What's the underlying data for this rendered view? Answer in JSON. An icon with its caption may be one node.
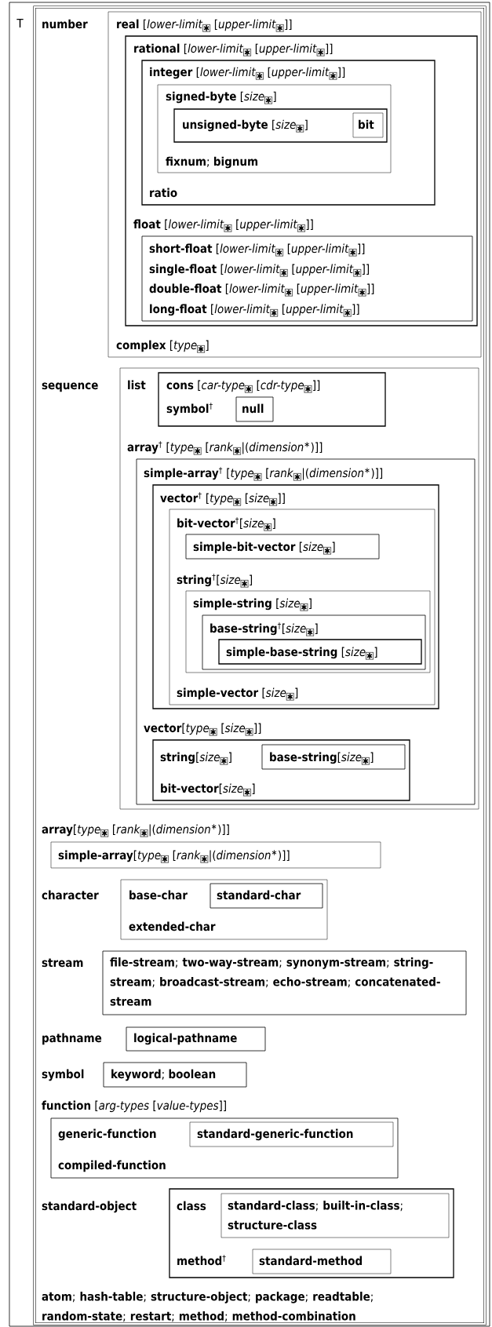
{
  "diagram": {
    "nodes": [
      {
        "text": [
          "T"
        ]
      },
      {
        "text": [
          "number",
          "sequence",
          "**array**[*type*$_{✱}$ [*rank*$_{✱}$|(*dimension*$^{∗}$)]]",
          "character",
          "stream",
          "pathname",
          "symbol",
          "**function** [*arg-types* [*value-types*]]",
          "standard-object",
          "**atom**; **hash-table**; **structure-object**; **package**; **readtable**; **random-state**; **restart**; **method**; **method-combination**"
        ],
        "in": 0
      },
      {
        "text": [
          "**real** [*lower-limit*$_{✱}$ [*upper-limit*$_{✱}$]]",
          "**complex** [*type*$_{✱}$]"
        ],
        "in": 1
      },
      {
        "text": [
          "**rational** [*lower-limit*$_{✱}$ [*upper-limit*$_{✱}$]]",
          "**float** [*lower-limit*$_{✱}$ [*upper-limit*$_{✱}$]]"
        ],
        "in": 2
      },
      {
        "text": [
          "**integer** [*lower-limit*$_{✱}$ [*upper-limit*$_{✱}$]]",
          "ratio"
        ],
        "in": 3
      },
      {
        "text": [
          "**signed-byte** [*size*$_{✱}$]",
          "**fixnum**; **bignum**"
        ],
        "in": 4
      },
      {
        "text": [
          "**unsigned-byte** [*size*$_{✱}$]"
        ],
        "in": 5
      },
      {
        "text": [
          "bit"
        ],
        "in": 6
      },
      {
        "text": [
          "**short-float** [*lower-limit*$_{✱}$ [*upper-limit*$_{✱}$]]",
          "**single-float** [*lower-limit*$_{✱}$ [*upper-limit*$_{✱}$]]",
          "**double-float** [*lower-limit*$_{✱}$ [*upper-limit*$_{✱}$]]",
          "**long-float** [*lower-limit*$_{✱}$ [*upper-limit*$_{✱}$]]"
        ],
        "in": 3
      },
      {
        "text": [
          "list",
          "**array**$^{†}$ [*type*$_{✱}$ [*rank*$_{✱}$|(*dimension*$^{∗}$)]]"
        ],
        "in": 1
      },
      {
        "text": [
          "**cons** [*car-type*$_{✱}$ [*cdr-type*$_{✱}$]]",
          "**symbol**$^{†}$"
        ],
        "in": 9
      },
      {
        "text": [
          "null"
        ],
        "in": 10
      },
      {
        "text": [
          "**simple-array**$^{†}$ [*type*$_{✱}$ [*rank*$_{✱}$|(*dimension*$^{∗}$)]]",
          "**vector**[*type*$_{✱}$ [*size*$_{✱}$]]"
        ],
        "in": 9
      },
      {
        "text": [
          "**vector**$^{†}$ [*type*$_{✱}$ [*size*$_{✱}$]]"
        ],
        "in": 12
      },
      {
        "text": [
          "**bit-vector**$^{†}$[*size*$_{✱}$]",
          "**string**$^{†}$[*size*$_{✱}$]",
          "**simple-vector** [*size*$_{✱}$]"
        ],
        "in": 13
      },
      {
        "text": [
          "**simple-bit-vector** [*size*$_{✱}$]"
        ],
        "in": 14
      },
      {
        "text": [
          "**simple-string** [*size*$_{✱}$]"
        ],
        "in": 14
      },
      {
        "text": [
          "**base-string**$^{†}$[*size*$_{✱}$]"
        ],
        "in": 16
      },
      {
        "text": [
          "**simple-base-string** [*size*$_{✱}$]"
        ],
        "in": 17
      },
      {
        "text": [
          "**string**[*size*$_{✱}$]",
          "**bit-vector**[*size*$_{✱}$]"
        ],
        "in": 12
      },
      {
        "text": [
          "**base-string**[*size*$_{✱}$]"
        ],
        "in": 19
      },
      {
        "text": [
          "**simple-array**[*type*$_{✱}$ [*rank*$_{✱}$|(*dimension*$^{∗}$)]]"
        ],
        "in": 1
      },
      {
        "text": [
          "base-char",
          "extended-char"
        ],
        "in": 1
      },
      {
        "text": [
          "standard-char"
        ],
        "in": 22
      },
      {
        "text": [
          "**file-stream**; **two-way-stream**; **synonym-stream**; **string-stream**; **broadcast-stream**; **echo-stream**; **concatenated-stream**"
        ],
        "in": 1
      },
      {
        "text": [
          "logical-pathname"
        ],
        "in": 1
      },
      {
        "text": [
          "**keyword**; **boolean**"
        ],
        "in": 1
      },
      {
        "text": [
          "generic-function",
          "compiled-function"
        ],
        "in": 1
      },
      {
        "text": [
          "standard-generic-function"
        ],
        "in": 27
      },
      {
        "text": [
          "class",
          "**method**$^{†}$"
        ],
        "in": 1
      },
      {
        "text": [
          "**standard-class**; **built-in-class**; **structure-class**"
        ],
        "in": 29
      },
      {
        "text": [
          "standard-method"
        ],
        "in": 29
      }
    ]
  }
}
